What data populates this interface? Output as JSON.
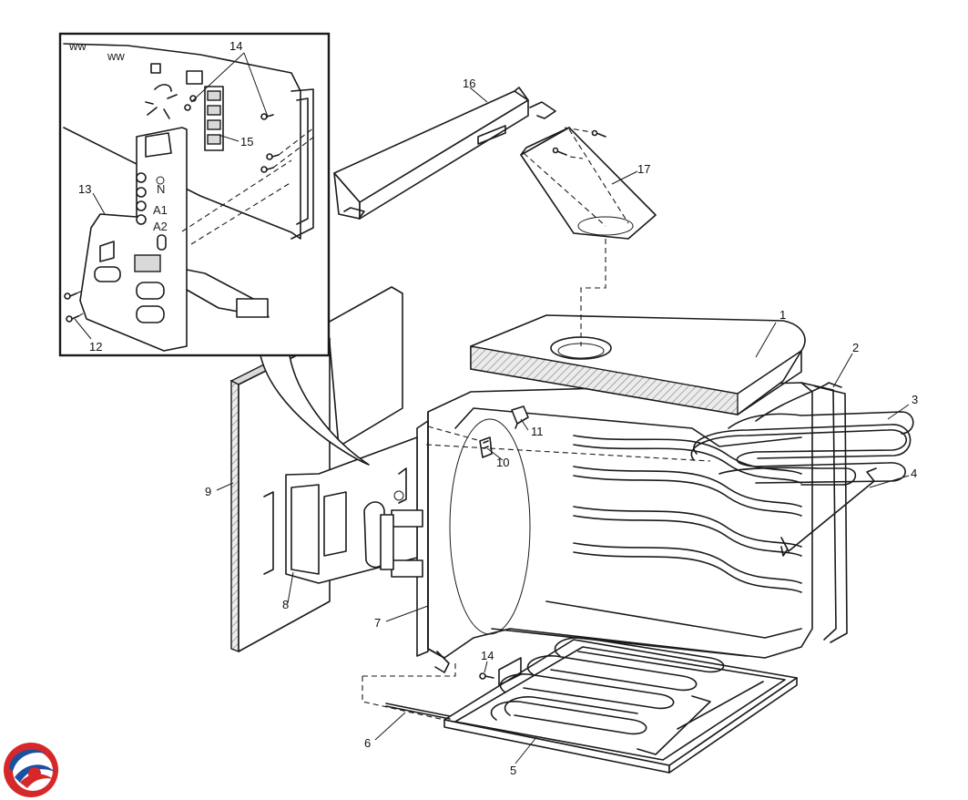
{
  "labels": {
    "p1": "1",
    "p2": "2",
    "p3": "3",
    "p4": "4",
    "p5": "5",
    "p6": "6",
    "p7": "7",
    "p8": "8",
    "p9": "9",
    "p10": "10",
    "p11": "11",
    "p12": "12",
    "p13": "13",
    "p14_top": "14",
    "p14_bottom": "14",
    "p15": "15",
    "p16": "16",
    "p17": "17"
  },
  "terminal_marks": {
    "n": "N",
    "a1": "A1",
    "a2": "A2"
  },
  "logo": {
    "colors": {
      "red": "#d62828",
      "blue": "#1d4fa0"
    }
  }
}
